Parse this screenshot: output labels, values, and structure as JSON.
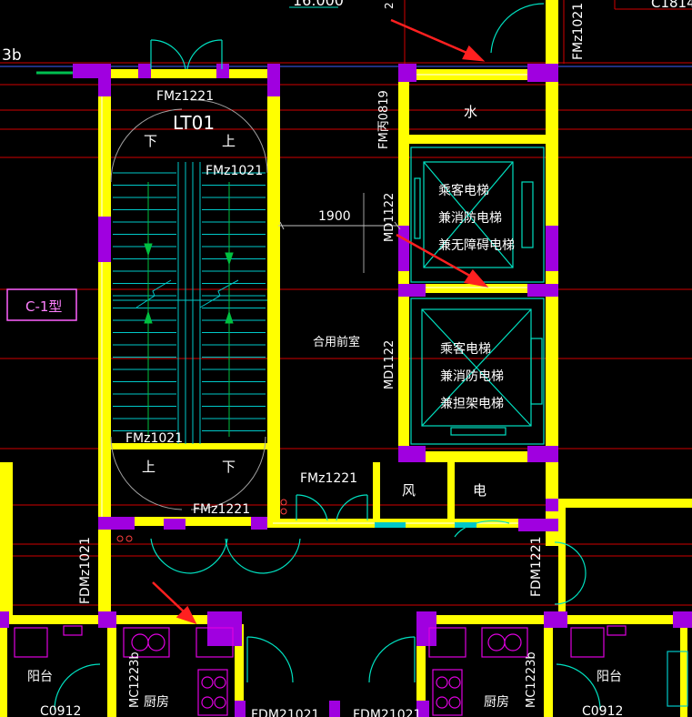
{
  "colors": {
    "background": "#000000",
    "wall": "#ffff00",
    "column": "#a000e0",
    "gridline": "#e00000",
    "stair": "#00c8c8",
    "door": "#00e0c0",
    "text": "#ffffff",
    "arrow": "#ff2020",
    "dim": "#c0c0c0",
    "fixture": "#e000e0"
  },
  "labels": {
    "top_elev": "16.000",
    "top_left_grid": "3b",
    "top_right_tag": "C1814",
    "top_right_vertical": "FMz1021",
    "top_mid_vertical": "2",
    "stair_door_top": "FMz1221",
    "stair_id": "LT01",
    "stair_down_tl": "下",
    "stair_up_tr": "上",
    "stair_door_inner": "FMz1021",
    "stair_door_bottom_inner": "FMz1021",
    "stair_up_bl": "上",
    "stair_down_br": "下",
    "stair_door_bottom": "FMz1221",
    "type_box": "C-1型",
    "dimension": "1900",
    "lobby_door": "FMz1221",
    "lobby": "合用前室",
    "water_door": "FM丙0819",
    "water_room": "水",
    "elev1_door": "MD1122",
    "elev1_line1": "乘客电梯",
    "elev1_line2": "兼消防电梯",
    "elev1_line3": "兼无障碍电梯",
    "elev2_door": "MD1122",
    "elev2_line1": "乘客电梯",
    "elev2_line2": "兼消防电梯",
    "elev2_line3": "兼担架电梯",
    "wind_room": "风",
    "elec_room": "电",
    "left_door_vertical": "FDMz1021",
    "right_door_vertical": "FDM1221",
    "balcony_left": "阳台",
    "kitchen_left": "厨房",
    "kitchen_door_left": "MC1223b",
    "window_left": "C0912",
    "bottom_door_left": "FDM21021",
    "bottom_door_right": "FDM21021",
    "kitchen_door_right": "MC1223b",
    "kitchen_right": "厨房",
    "balcony_right": "阳台",
    "window_right": "C0912"
  }
}
